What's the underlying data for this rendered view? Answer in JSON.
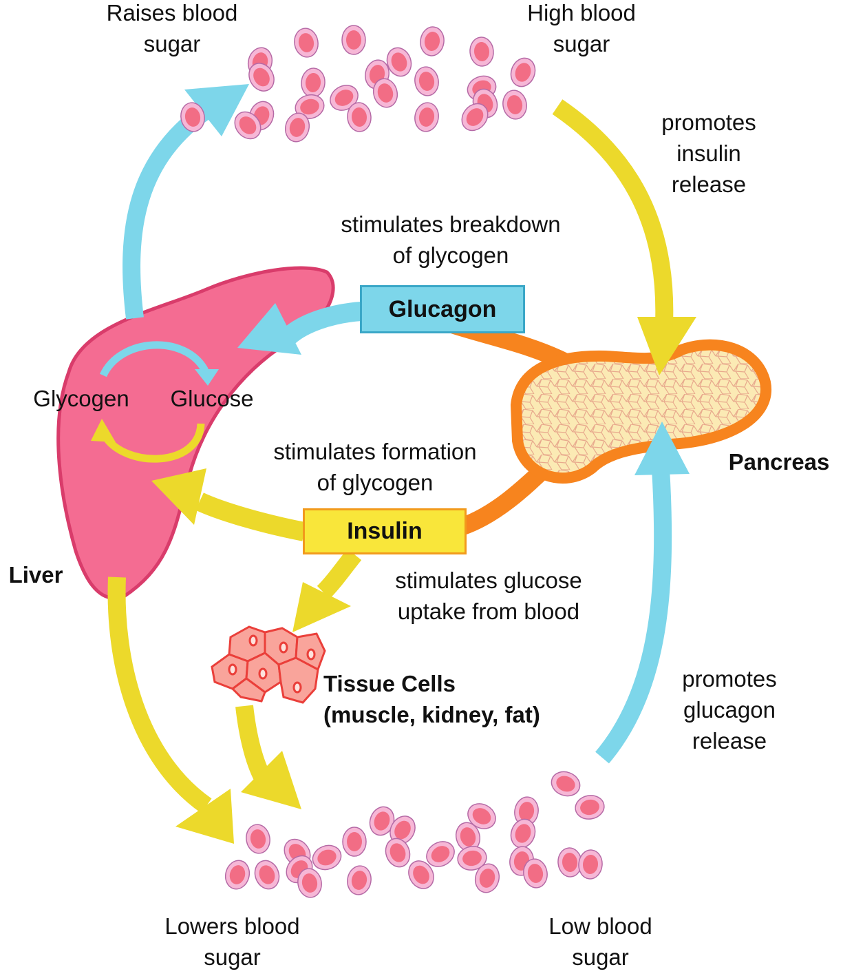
{
  "colors": {
    "glucagon": "#7dd6ea",
    "insulin": "#ecd92b",
    "liver": "#f46c92",
    "liver_outline": "#d93c6b",
    "pancreas_outline": "#f7841e",
    "pancreas_fill": "#fbeab4",
    "blood_cell": "#f26d85",
    "blood_cell_ring": "#f6b7d6",
    "tissue_cell": "#f9a49b",
    "tissue_outline": "#ea3f3a"
  },
  "labels": {
    "raises_blood_sugar": [
      "Raises blood",
      "sugar"
    ],
    "high_blood_sugar": [
      "High blood",
      "sugar"
    ],
    "promotes_insulin_release": [
      "promotes",
      "insulin",
      "release"
    ],
    "stimulates_breakdown": [
      "stimulates breakdown",
      "of glycogen"
    ],
    "glucagon": "Glucagon",
    "glycogen": "Glycogen",
    "glucose": "Glucose",
    "pancreas": "Pancreas",
    "stimulates_formation": [
      "stimulates formation",
      "of glycogen"
    ],
    "insulin": "Insulin",
    "liver": "Liver",
    "stimulates_uptake": [
      "stimulates glucose",
      "uptake from blood"
    ],
    "tissue_cells": [
      "Tissue Cells",
      "(muscle, kidney, fat)"
    ],
    "promotes_glucagon_release": [
      "promotes",
      "glucagon",
      "release"
    ],
    "lowers_blood_sugar": [
      "Lowers blood",
      "sugar"
    ],
    "low_blood_sugar": [
      "Low blood",
      "sugar"
    ]
  }
}
